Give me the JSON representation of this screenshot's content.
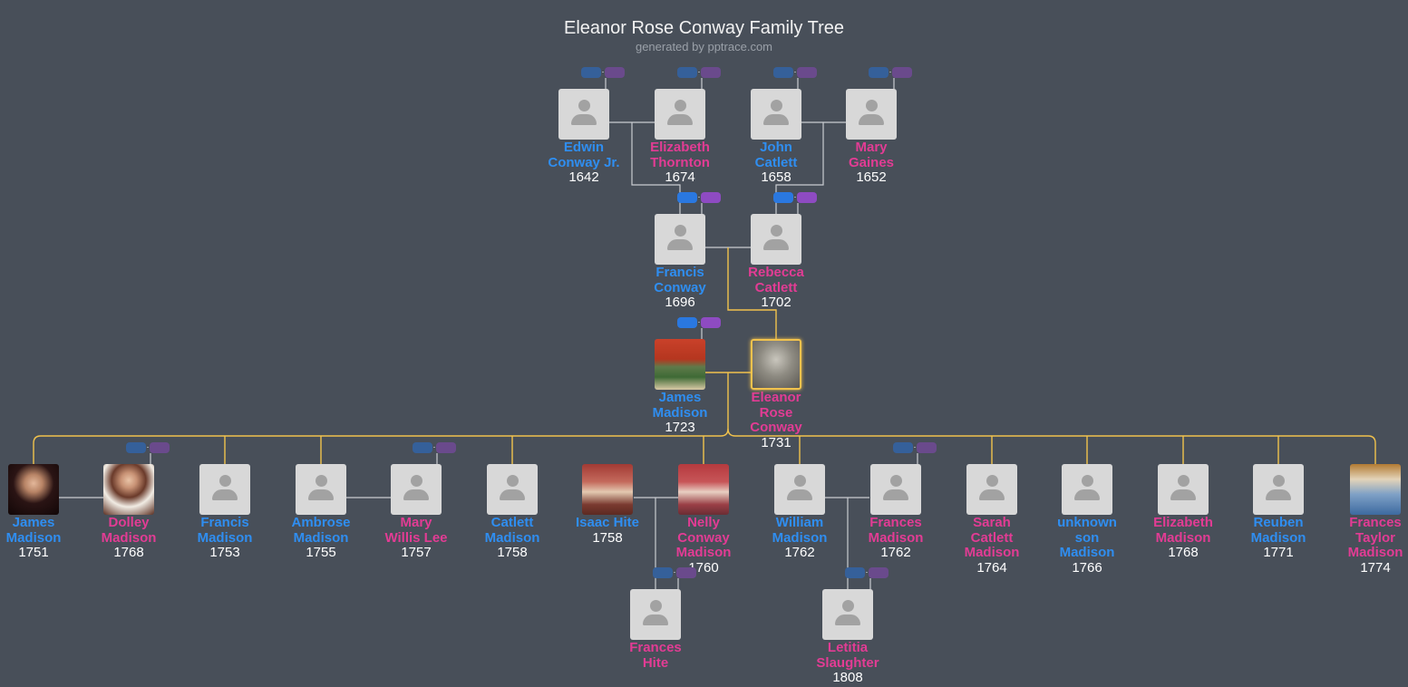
{
  "title": "Eleanor Rose Conway Family Tree",
  "subtitle": "generated by pptrace.com",
  "people": [
    {
      "id": "edwin",
      "name": "Edwin Conway Jr.",
      "year": "1642",
      "sex": "m"
    },
    {
      "id": "elizabeth_t",
      "name": "Elizabeth Thornton",
      "year": "1674",
      "sex": "f"
    },
    {
      "id": "john",
      "name": "John Catlett",
      "year": "1658",
      "sex": "m"
    },
    {
      "id": "mary_g",
      "name": "Mary Gaines",
      "year": "1652",
      "sex": "f"
    },
    {
      "id": "francis_c",
      "name": "Francis Conway",
      "year": "1696",
      "sex": "m"
    },
    {
      "id": "rebecca",
      "name": "Rebecca Catlett",
      "year": "1702",
      "sex": "f"
    },
    {
      "id": "james_sr",
      "name": "James Madison",
      "year": "1723",
      "sex": "m",
      "portrait": "james-madison-sr-portrait"
    },
    {
      "id": "eleanor",
      "name": "Eleanor Rose Conway",
      "year": "1731",
      "sex": "f",
      "portrait": "eleanor-conway-portrait",
      "focus": true
    },
    {
      "id": "james",
      "name": "James Madison",
      "year": "1751",
      "sex": "m",
      "portrait": "james-madison-portrait"
    },
    {
      "id": "dolley",
      "name": "Dolley Madison",
      "year": "1768",
      "sex": "f",
      "portrait": "dolley-madison-portrait"
    },
    {
      "id": "francis_m",
      "name": "Francis Madison",
      "year": "1753",
      "sex": "m"
    },
    {
      "id": "ambrose",
      "name": "Ambrose Madison",
      "year": "1755",
      "sex": "m"
    },
    {
      "id": "mary_wl",
      "name": "Mary Willis Lee",
      "year": "1757",
      "sex": "f"
    },
    {
      "id": "catlett_m",
      "name": "Catlett Madison",
      "year": "1758",
      "sex": "m"
    },
    {
      "id": "isaac",
      "name": "Isaac Hite",
      "year": "1758",
      "sex": "m",
      "portrait": "isaac-hite-portrait"
    },
    {
      "id": "nelly",
      "name": "Nelly Conway Madison",
      "year": "1760",
      "sex": "f",
      "portrait": "nelly-conway-madison-portrait"
    },
    {
      "id": "william",
      "name": "William Madison",
      "year": "1762",
      "sex": "m"
    },
    {
      "id": "frances_m",
      "name": "Frances Madison",
      "year": "1762",
      "sex": "f"
    },
    {
      "id": "sarah",
      "name": "Sarah Catlett Madison",
      "year": "1764",
      "sex": "f"
    },
    {
      "id": "unknown",
      "name": "unknown son Madison",
      "year": "1766",
      "sex": "m"
    },
    {
      "id": "elizabeth_m",
      "name": "Elizabeth Madison",
      "year": "1768",
      "sex": "f"
    },
    {
      "id": "reuben",
      "name": "Reuben Madison",
      "year": "1771",
      "sex": "m"
    },
    {
      "id": "frances_tm",
      "name": "Frances Taylor Madison",
      "year": "1774",
      "sex": "f",
      "portrait": "frances-taylor-madison-portrait"
    },
    {
      "id": "frances_h",
      "name": "Frances Hite",
      "year": "",
      "sex": "f"
    },
    {
      "id": "letitia",
      "name": "Letitia Slaughter",
      "year": "1808",
      "sex": "f"
    }
  ],
  "colors": {
    "background": "#484f59",
    "male": "#2f8ef1",
    "female": "#e23c94",
    "focus_line": "#f1c24d",
    "line": "#c9ccd1",
    "parent_button": "#2a78e0",
    "partner_button": "#8e4bc2"
  }
}
